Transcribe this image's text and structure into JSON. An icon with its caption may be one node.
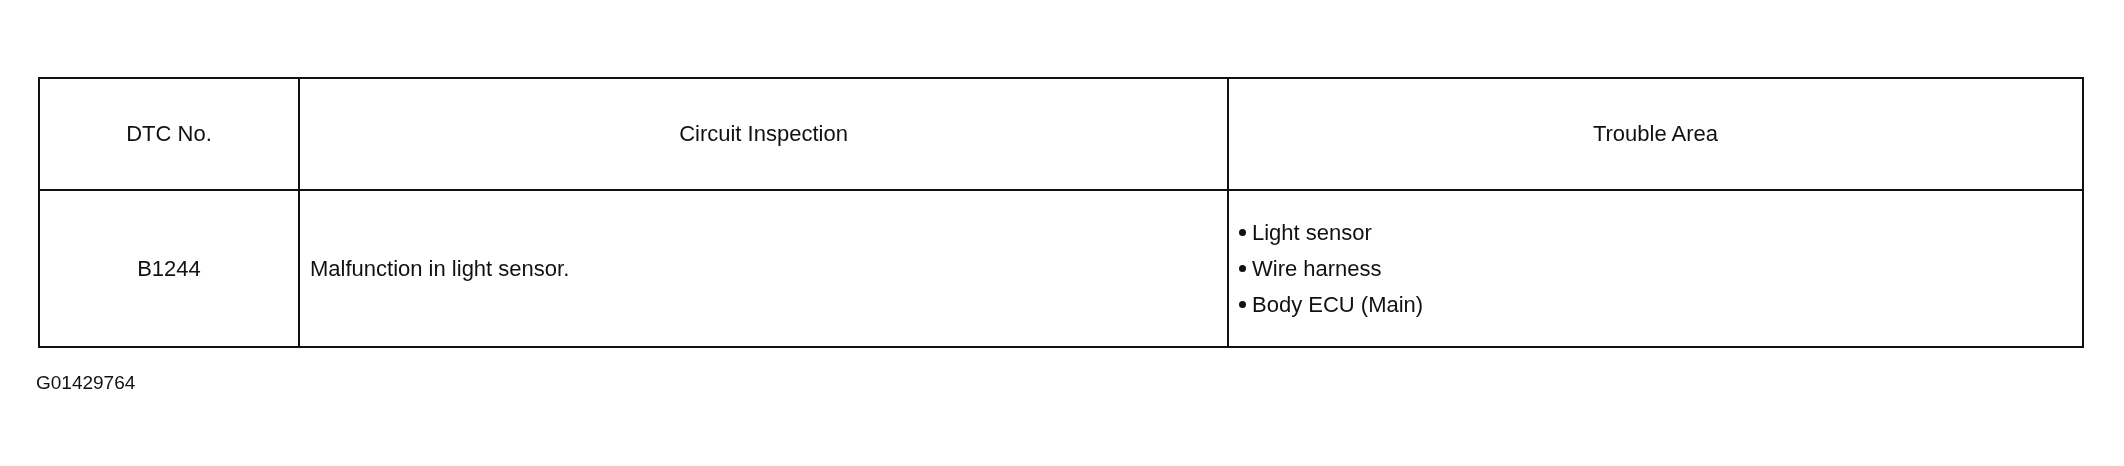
{
  "diagram": {
    "labels": [
      "DTC No.",
      "Circuit Inspection",
      "Trouble Area",
      "B1244",
      "Malfunction in light sensor.",
      "Light sensor",
      "Wire harness",
      "Body ECU (Main)",
      "G01429764"
    ]
  }
}
